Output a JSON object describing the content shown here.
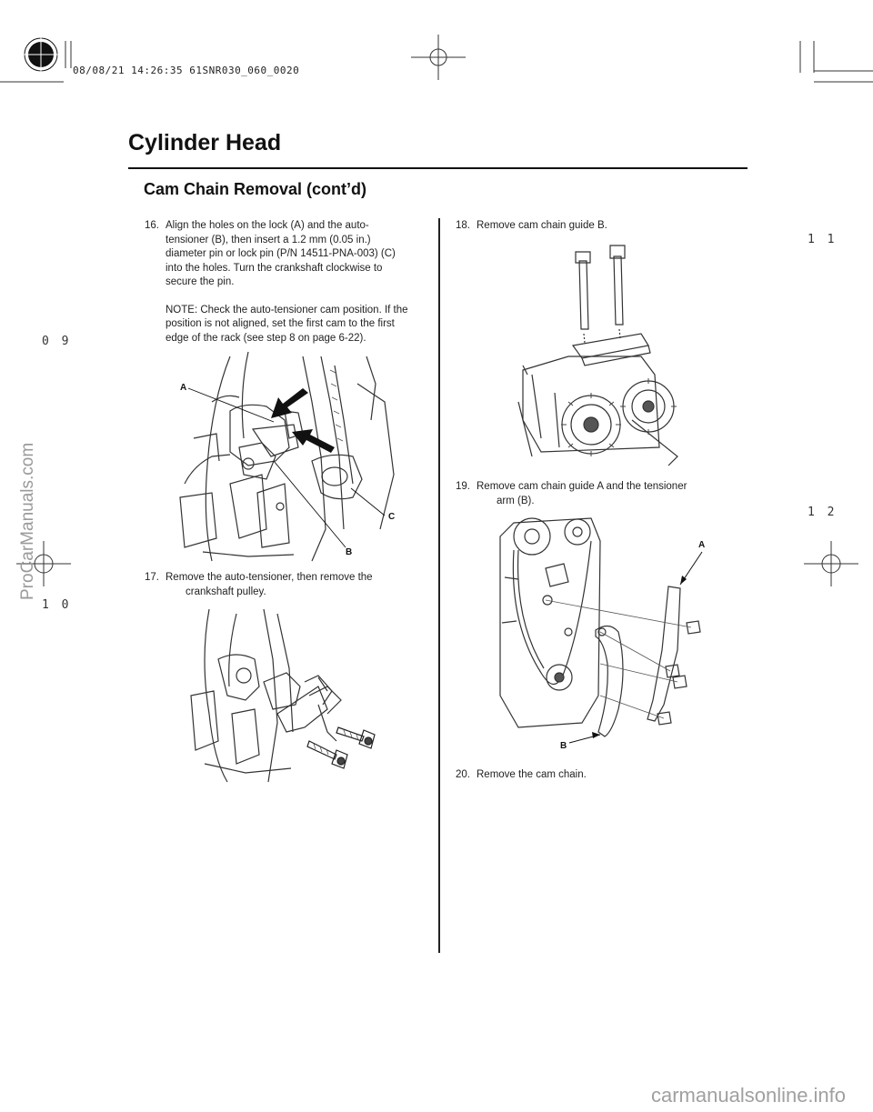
{
  "print_stamp": "08/08/21 14:26:35 61SNR030_060_0020",
  "header": {
    "title": "Cylinder Head",
    "subtitle": "Cam Chain Removal (cont’d)"
  },
  "steps": {
    "s16": {
      "number": "16.",
      "lines": [
        "Align the holes on the lock (A) and the auto-",
        "tensioner (B), then insert a 1.2 mm (0.05 in.)",
        "diameter pin or lock pin (P/N 14511-PNA-003) (C)",
        "into the holes. Turn the crankshaft clockwise to",
        "secure the pin."
      ],
      "note_lines": [
        "NOTE: Check the auto-tensioner cam position. If the",
        "position is not aligned, set the first cam to the first",
        "edge of the rack (see step 8 on page 6-22)."
      ]
    },
    "s17": {
      "number": "17.",
      "lines": [
        "Remove the auto-tensioner, then remove the",
        "crankshaft pulley."
      ]
    },
    "s18": {
      "number": "18.",
      "lines": [
        "Remove cam chain guide B."
      ]
    },
    "s19": {
      "number": "19.",
      "lines": [
        "Remove cam chain guide A and the tensioner",
        "arm (B)."
      ]
    },
    "s20": {
      "number": "20.",
      "lines": [
        "Remove the cam chain."
      ]
    }
  },
  "figure1": {
    "label_a": "A",
    "label_b": "B",
    "label_c": "C"
  },
  "figure4": {
    "label_a": "A",
    "label_b": "B"
  },
  "margin_numbers": {
    "left_top": "0 9",
    "left_bottom": "1 0",
    "right_top": "1 1",
    "right_bottom": "1 2"
  },
  "watermarks": {
    "side": "ProCarManuals.com",
    "bottom": "carmanualsonline.info"
  }
}
